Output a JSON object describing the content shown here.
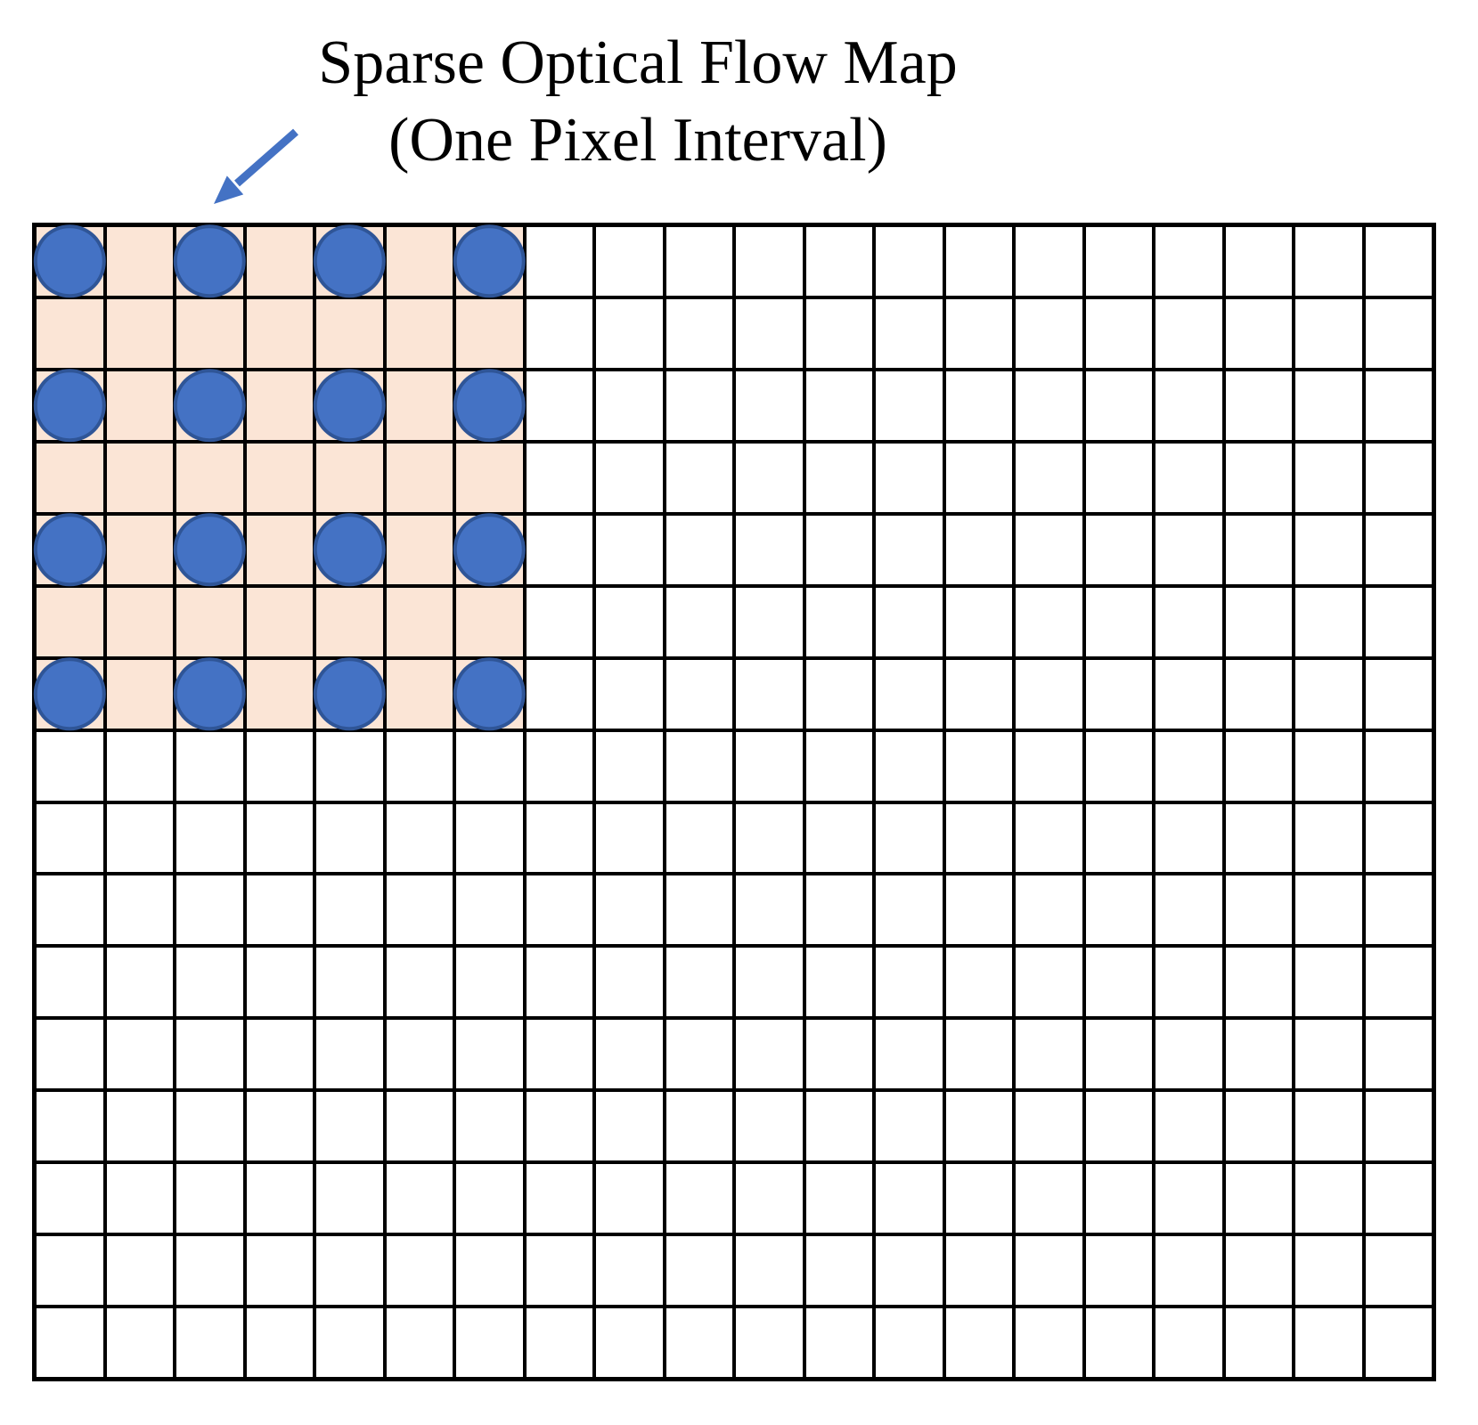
{
  "title": {
    "line1": "Sparse Optical Flow Map",
    "line2": "(One Pixel Interval)"
  },
  "annotation": {
    "arrow_color": "#4472C4"
  },
  "grid": {
    "columns": 20,
    "rows": 16,
    "line_color": "#000000",
    "cell_color": "#FFFFFF",
    "highlight": {
      "columns": 7,
      "rows": 7,
      "fill": "#FBE5D6"
    },
    "flow_points": {
      "row_indices": [
        0,
        2,
        4,
        6
      ],
      "col_indices": [
        0,
        2,
        4,
        6
      ],
      "interval": 2,
      "count": 16,
      "fill": "#4472C4",
      "stroke": "#2F5597"
    }
  }
}
